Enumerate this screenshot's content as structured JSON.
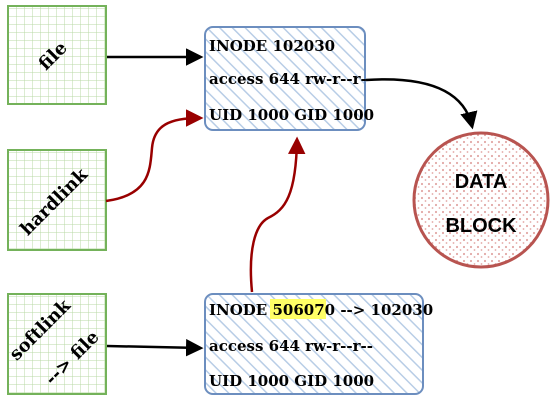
{
  "nodes": {
    "file": {
      "label": "file"
    },
    "hardlink": {
      "label": "hardlink"
    },
    "softlink": {
      "label_line1": "softlink",
      "label_line2": "--> file"
    },
    "inode_main": {
      "line1": "INODE 102030",
      "line2": "access 644 rw-r--r--",
      "line3": "UID 1000 GID 1000"
    },
    "inode_soft": {
      "line1_prefix": "INODE ",
      "line1_highlight": "506070",
      "line1_suffix": " --> 102030",
      "line2": "access 644 rw-r--r--",
      "line3": "UID 1000 GID 1000"
    },
    "data_block": {
      "line1": "DATA",
      "line2": "BLOCK"
    }
  },
  "colors": {
    "green_border": "#74b25a",
    "green_grid": "#b9d8a6",
    "blue_border": "#6c8ebf",
    "blue_hatch": "#b8cde6",
    "red_circle": "#b85450",
    "red_dots": "#e2a8a6",
    "red_arrow": "#990000",
    "black_arrow": "#000000",
    "highlight": "#ffff66"
  }
}
